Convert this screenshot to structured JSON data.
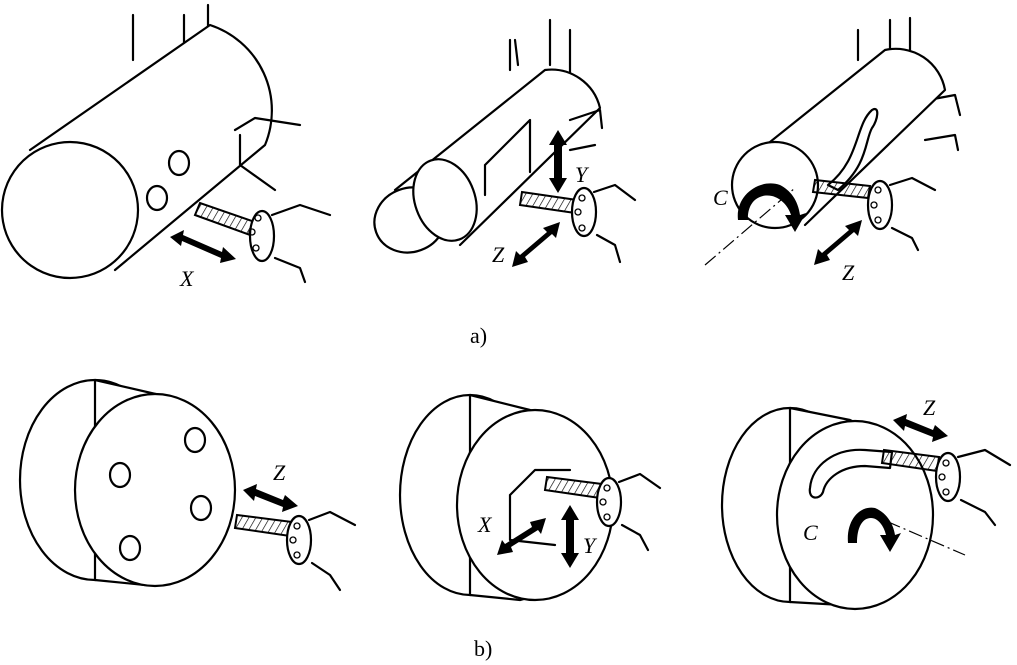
{
  "captions": {
    "a": "a)",
    "b": "b)"
  },
  "axes": {
    "x": "X",
    "y": "Y",
    "z": "Z",
    "c": "C"
  }
}
